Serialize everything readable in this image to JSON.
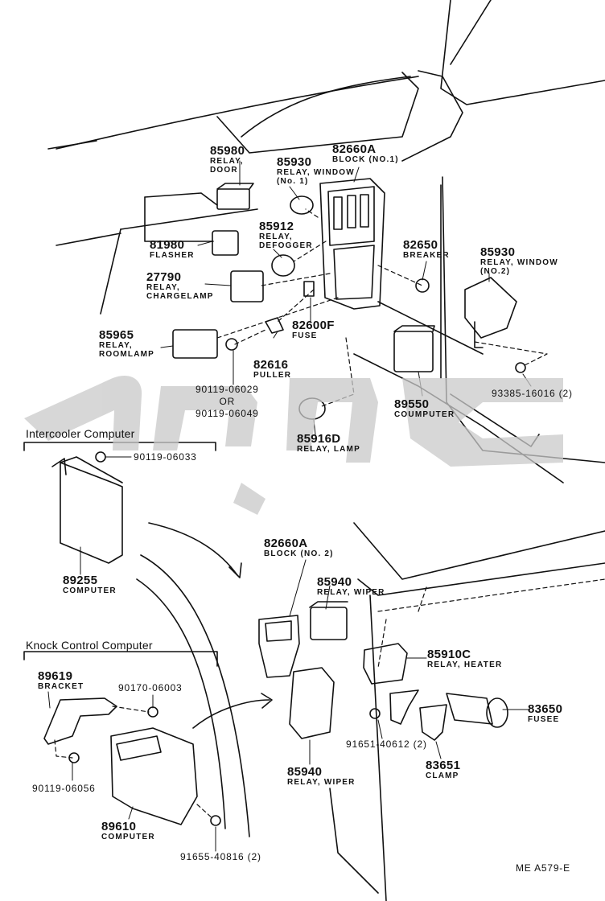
{
  "sections": {
    "intercooler": "Intercooler Computer",
    "knock": "Knock Control Computer"
  },
  "parts": {
    "p85980": {
      "number": "85980",
      "name1": "RELAY,",
      "name2": "DOOR"
    },
    "p85930a": {
      "number": "85930",
      "name1": "RELAY, WINDOW",
      "name2": "(No. 1)"
    },
    "p82660a1": {
      "number": "82660A",
      "name1": "BLOCK (NO.1)"
    },
    "p81980": {
      "number": "81980",
      "name1": "FLASHER"
    },
    "p85912": {
      "number": "85912",
      "name1": "RELAY,",
      "name2": "DEFOGGER"
    },
    "p82650": {
      "number": "82650",
      "name1": "BREAKER"
    },
    "p85930b": {
      "number": "85930",
      "name1": "RELAY, WINDOW",
      "name2": "(NO.2)"
    },
    "p27790": {
      "number": "27790",
      "name1": "RELAY,",
      "name2": "CHARGELAMP"
    },
    "p85965": {
      "number": "85965",
      "name1": "RELAY,",
      "name2": "ROOMLAMP"
    },
    "p82600f": {
      "number": "82600F",
      "name1": "FUSE"
    },
    "p82616": {
      "number": "82616",
      "name1": "PULLER"
    },
    "p90119a": {
      "line1": "90119-06029",
      "line2": "OR",
      "line3": "90119-06049"
    },
    "p93385": {
      "number": "93385-16016 (2)"
    },
    "p89550": {
      "number": "89550",
      "name1": "COUMPUTER"
    },
    "p85916d": {
      "number": "85916D",
      "name1": "RELAY, LAMP"
    },
    "p90119b": {
      "number": "90119-06033"
    },
    "p89255": {
      "number": "89255",
      "name1": "COMPUTER"
    },
    "p82660a2": {
      "number": "82660A",
      "name1": "BLOCK (NO. 2)"
    },
    "p85940a": {
      "number": "85940",
      "name1": "RELAY, WIPER"
    },
    "p85910c": {
      "number": "85910C",
      "name1": "RELAY, HEATER"
    },
    "p89619": {
      "number": "89619",
      "name1": "BRACKET"
    },
    "p90170": {
      "number": "90170-06003"
    },
    "p83650": {
      "number": "83650",
      "name1": "FUSEE"
    },
    "p91651": {
      "number": "91651-40612 (2)"
    },
    "p83651": {
      "number": "83651",
      "name1": "CLAMP"
    },
    "p90119c": {
      "number": "90119-06056"
    },
    "p85940b": {
      "number": "85940",
      "name1": "RELAY, WIPER"
    },
    "p89610": {
      "number": "89610",
      "name1": "COMPUTER"
    },
    "p91655": {
      "number": "91655-40816 (2)"
    }
  },
  "figure_code": "ME  A579-E",
  "colors": {
    "line": "#111111",
    "watermark": "#c9c9c9"
  }
}
